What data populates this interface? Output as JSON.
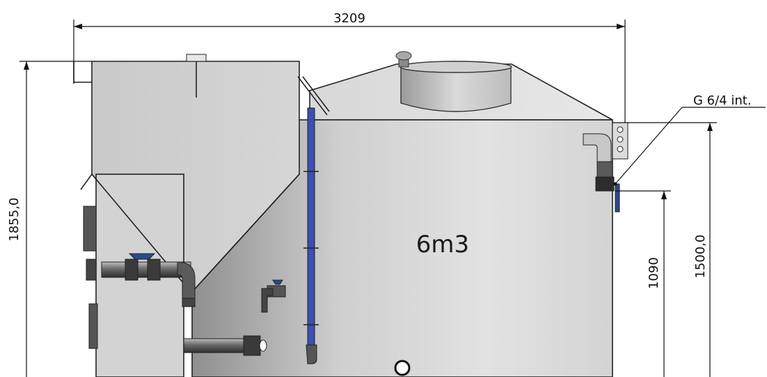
{
  "dimensions": {
    "overall_width": "3209",
    "overall_height": "1855,0",
    "tank_height": "1500,0",
    "outlet_height": "1090",
    "outlet_thread": "G 6/4 int."
  },
  "tank": {
    "capacity_label": "6m3"
  },
  "colors": {
    "level_gauge": "#3a4fb0",
    "pipes": "#3b3b3b",
    "valve_handle": "#2a4a8c",
    "tank_body": "#d6d6d6",
    "outline": "#222222"
  }
}
